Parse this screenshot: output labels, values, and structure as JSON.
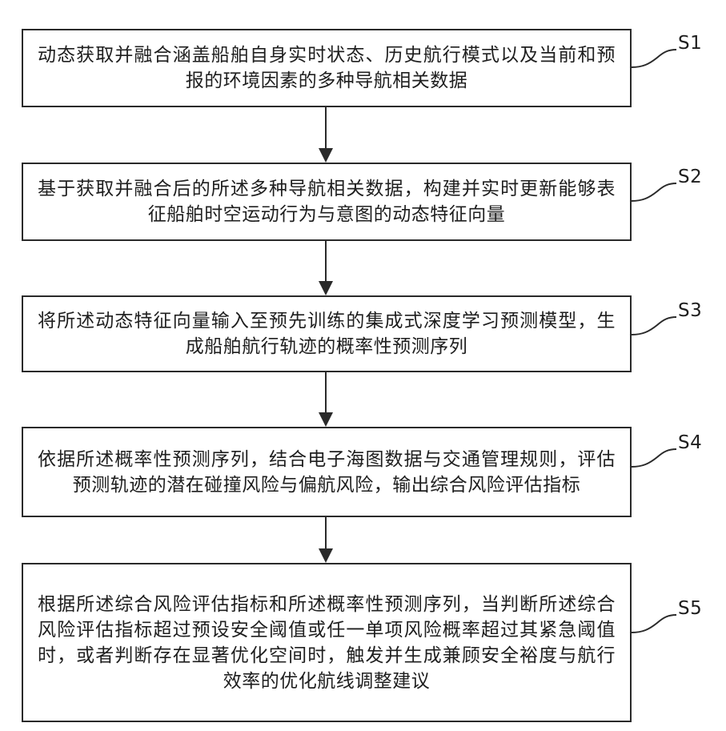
{
  "steps": [
    {
      "id": "S1",
      "text": "动态获取并融合涵盖船舶自身实时状态、历史航行模式以及当前和预报的环境因素的多种导航相关数据"
    },
    {
      "id": "S2",
      "text": "基于获取并融合后的所述多种导航相关数据，构建并实时更新能够表征船舶时空运动行为与意图的动态特征向量"
    },
    {
      "id": "S3",
      "text": "将所述动态特征向量输入至预先训练的集成式深度学习预测模型，生成船舶航行轨迹的概率性预测序列"
    },
    {
      "id": "S4",
      "text": "依据所述概率性预测序列，结合电子海图数据与交通管理规则，评估预测轨迹的潜在碰撞风险与偏航风险，输出综合风险评估指标"
    },
    {
      "id": "S5",
      "text": "根据所述综合风险评估指标和所述概率性预测序列，当判断所述综合风险评估指标超过预设安全阈值或任一单项风险概率超过其紧急阈值时，或者判断存在显著优化空间时，触发并生成兼顾安全裕度与航行效率的优化航线调整建议"
    }
  ]
}
